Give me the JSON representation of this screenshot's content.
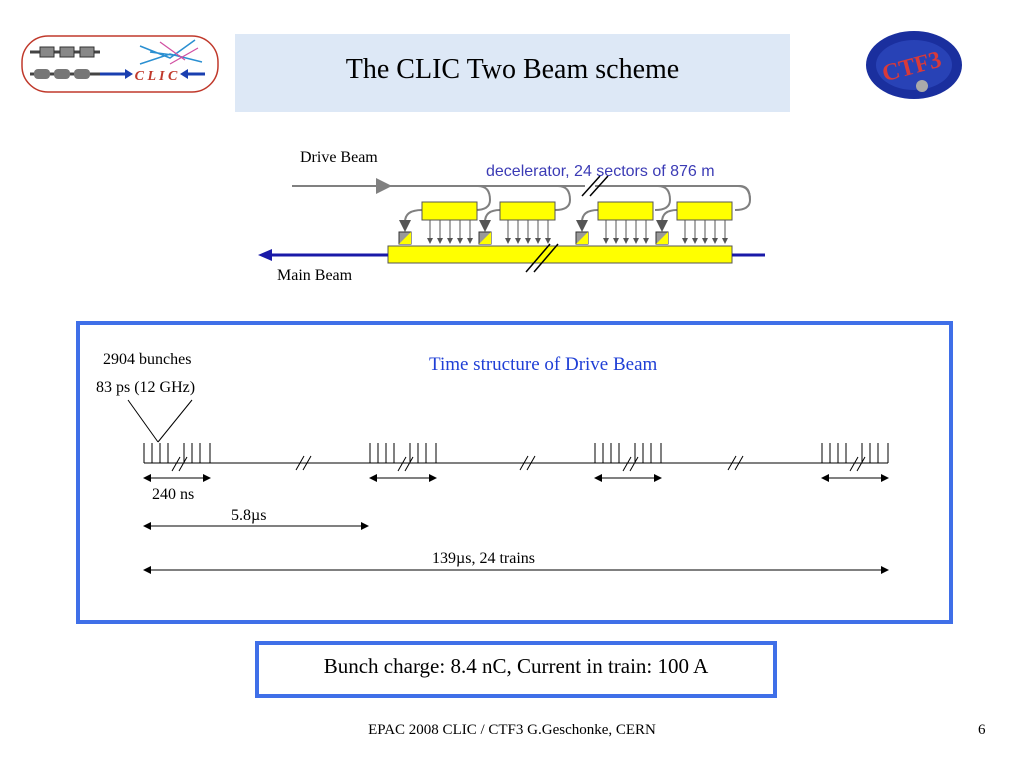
{
  "title": "The CLIC Two Beam scheme",
  "logos": {
    "clic_text": "C L I C",
    "ctf3_text": "CTF3"
  },
  "overview": {
    "drive_beam_label": "Drive Beam",
    "main_beam_label": "Main Beam",
    "decelerator_label": "decelerator, 24 sectors of 876 m",
    "colors": {
      "drive_beam": "#808080",
      "main_beam": "#1a1aa8",
      "structures": "#ffff00",
      "decelerator_text": "#3b3bb5"
    }
  },
  "time_structure": {
    "title": "Time structure of Drive Beam",
    "bunches_label": "2904 bunches",
    "spacing_label": "83 ps (12 GHz)",
    "train_length_label": "240 ns",
    "train_spacing_label": "5.8µs",
    "total_label": "139µs, 24 trains",
    "colors": {
      "title": "#1f3fd6",
      "frame": "#3f6fe8"
    }
  },
  "bunch_charge_text": "Bunch charge:  8.4 nC,  Current in train:  100 A",
  "footer": "EPAC 2008 CLIC / CTF3 G.Geschonke, CERN",
  "page_number": "6"
}
